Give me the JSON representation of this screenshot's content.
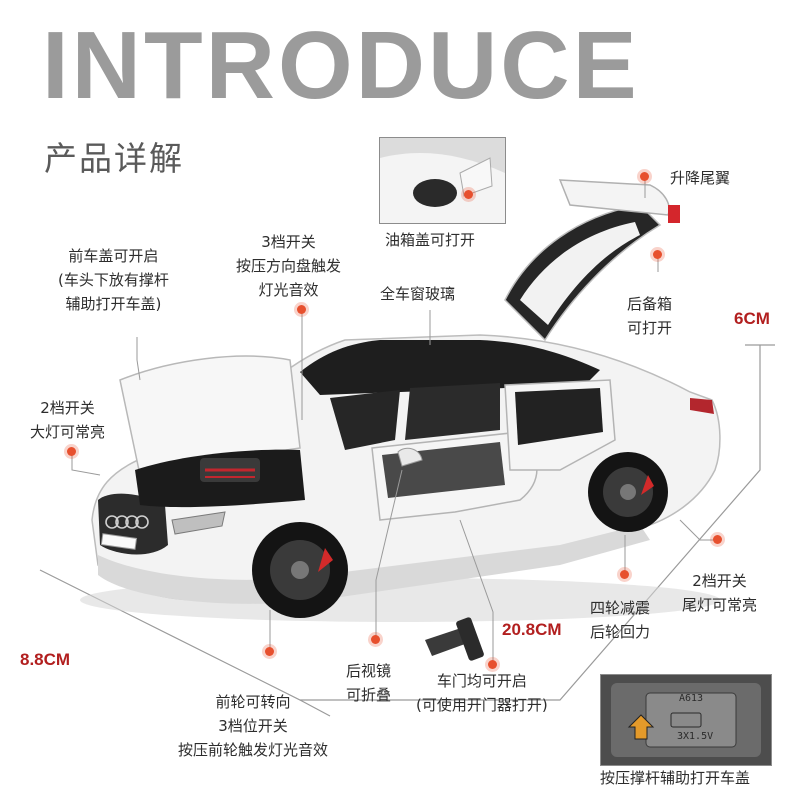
{
  "header": {
    "title": "INTRODUCE",
    "subtitle": "产品详解"
  },
  "callouts": {
    "fuel_cap": "油箱盖可打开",
    "spoiler": "升降尾翼",
    "hood": [
      "前车盖可开启",
      "(车头下放有撑杆",
      "辅助打开车盖)"
    ],
    "steering": [
      "3档开关",
      "按压方向盘触发",
      "灯光音效"
    ],
    "glass": "全车窗玻璃",
    "trunk": [
      "后备箱",
      "可打开"
    ],
    "headlights": [
      "2档开关",
      "大灯可常亮"
    ],
    "taillights": [
      "2档开关",
      "尾灯可常亮"
    ],
    "suspension": [
      "四轮减震",
      "后轮回力"
    ],
    "mirrors": [
      "后视镜",
      "可折叠"
    ],
    "doors": [
      "车门均可开启",
      "(可使用开门器打开)"
    ],
    "front_wheels": [
      "前轮可转向",
      "3档位开关",
      "按压前轮触发灯光音效"
    ],
    "strut": "按压撑杆辅助打开车盖"
  },
  "dimensions": {
    "height": "6CM",
    "length": "20.8CM",
    "width": "8.8CM"
  },
  "battery_label": {
    "code": "A613",
    "sub": "3X1.5V"
  },
  "colors": {
    "accent": "#e7502e",
    "dimension": "#b21f1f",
    "headline": "#9b9b9b"
  }
}
